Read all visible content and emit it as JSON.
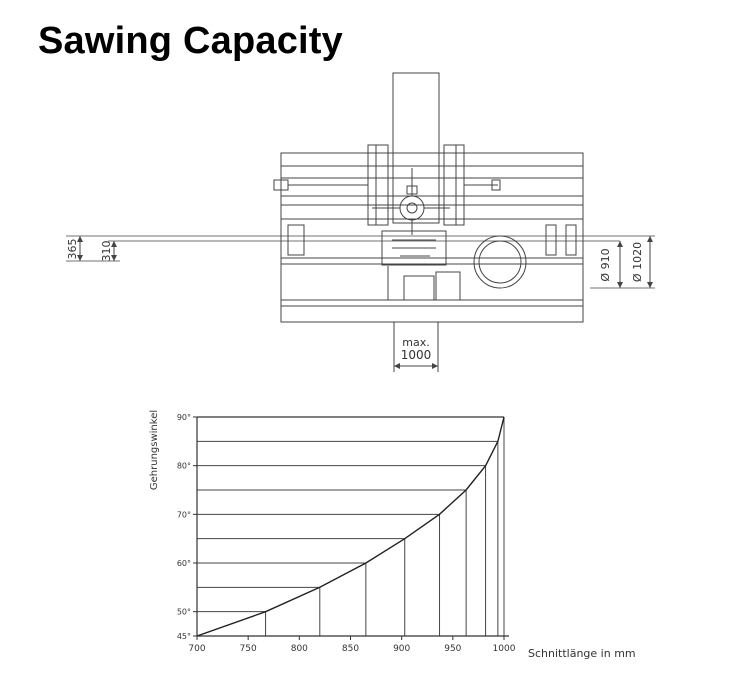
{
  "page": {
    "title": "Sawing Capacity"
  },
  "machine_drawing": {
    "dim_left_outer": "365",
    "dim_left_inner": "310",
    "dim_right_inner": "Ø 910",
    "dim_right_outer": "Ø 1020",
    "max_label": "max.",
    "max_value": "1000"
  },
  "chart_data": {
    "type": "line",
    "xlabel": "Schnittlänge in mm",
    "ylabel": "Gehrungswinkel",
    "xlim": [
      700,
      1000
    ],
    "ylim": [
      45,
      90
    ],
    "x_ticks": [
      {
        "value": 700,
        "label": "700"
      },
      {
        "value": 750,
        "label": "750"
      },
      {
        "value": 800,
        "label": "800"
      },
      {
        "value": 850,
        "label": "850"
      },
      {
        "value": 900,
        "label": "900"
      },
      {
        "value": 950,
        "label": "950"
      },
      {
        "value": 1000,
        "label": "1000"
      }
    ],
    "y_ticks": [
      {
        "value": 45,
        "label": "45°"
      },
      {
        "value": 50,
        "label": "50°"
      },
      {
        "value": 60,
        "label": "60°"
      },
      {
        "value": 70,
        "label": "70°"
      },
      {
        "value": 80,
        "label": "80°"
      },
      {
        "value": 90,
        "label": "90°"
      }
    ],
    "gridlines_y": [
      45,
      50,
      55,
      60,
      65,
      70,
      75,
      80,
      85,
      90
    ],
    "points": [
      {
        "x": 700,
        "y": 45
      },
      {
        "x": 767,
        "y": 50
      },
      {
        "x": 820,
        "y": 55
      },
      {
        "x": 865,
        "y": 60
      },
      {
        "x": 903,
        "y": 65
      },
      {
        "x": 937,
        "y": 70
      },
      {
        "x": 963,
        "y": 75
      },
      {
        "x": 982,
        "y": 80
      },
      {
        "x": 994,
        "y": 85
      },
      {
        "x": 1000,
        "y": 90
      }
    ]
  }
}
